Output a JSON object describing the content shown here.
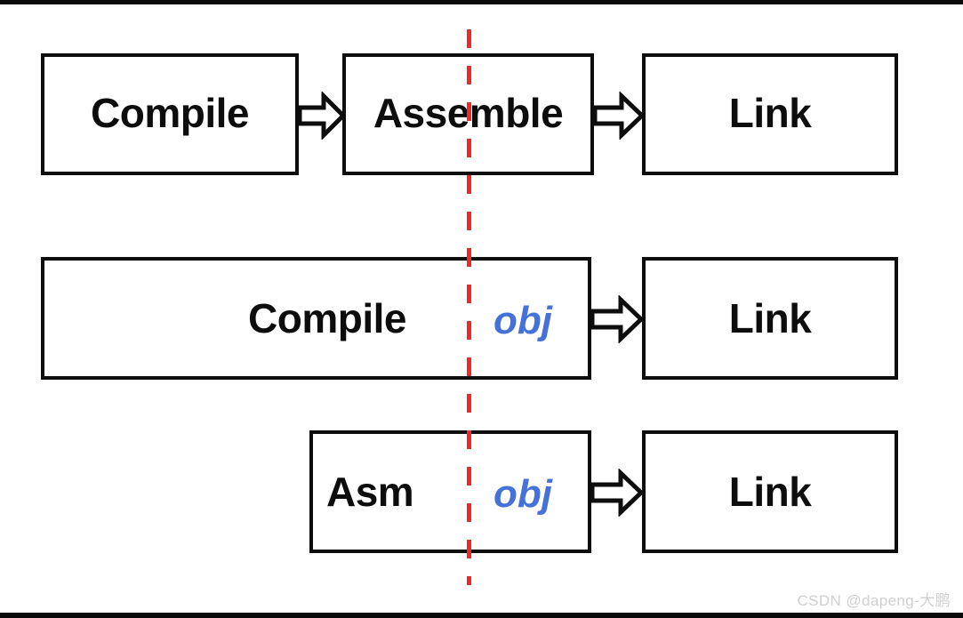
{
  "diagram": {
    "title": "Compile / Assemble / Link toolchain comparison",
    "colors": {
      "box_border": "#0d0d0d",
      "box_fill": "#ffffff",
      "divider_red": "#f0282a",
      "obj_blue": "#4472d8",
      "frame_black": "#0a0a0a",
      "watermark_gray": "#cfcfcf",
      "background": "#ffffff"
    },
    "divider": {
      "name": "red-dashed-boundary",
      "orientation": "vertical",
      "style": "dashed"
    },
    "rows": [
      {
        "id": "row-1",
        "boxes": [
          {
            "id": "r1-compile",
            "label": "Compile",
            "kind": "stage"
          },
          {
            "id": "r1-assemble",
            "label": "Assemble",
            "kind": "stage"
          },
          {
            "id": "r1-link",
            "label": "Link",
            "kind": "stage"
          }
        ],
        "arrows": [
          {
            "id": "r1-arrow-1",
            "from": "r1-compile",
            "to": "r1-assemble"
          },
          {
            "id": "r1-arrow-2",
            "from": "r1-assemble",
            "to": "r1-link"
          }
        ]
      },
      {
        "id": "row-2",
        "boxes": [
          {
            "id": "r2-compile",
            "label": "Compile",
            "kind": "stage",
            "artifact": "obj"
          },
          {
            "id": "r2-link",
            "label": "Link",
            "kind": "stage"
          }
        ],
        "arrows": [
          {
            "id": "r2-arrow-1",
            "from": "r2-compile",
            "to": "r2-link"
          }
        ]
      },
      {
        "id": "row-3",
        "boxes": [
          {
            "id": "r3-asm",
            "label": "Asm",
            "kind": "stage",
            "artifact": "obj"
          },
          {
            "id": "r3-link",
            "label": "Link",
            "kind": "stage"
          }
        ],
        "arrows": [
          {
            "id": "r3-arrow-1",
            "from": "r3-asm",
            "to": "r3-link"
          }
        ]
      }
    ],
    "labels": {
      "r1_compile": "Compile",
      "r1_assemble": "Assemble",
      "r1_link": "Link",
      "r2_compile": "Compile",
      "r2_obj": "obj",
      "r2_link": "Link",
      "r3_asm": "Asm",
      "r3_obj": "obj",
      "r3_link": "Link"
    }
  },
  "watermark": {
    "text": "CSDN @dapeng-大鹏"
  }
}
